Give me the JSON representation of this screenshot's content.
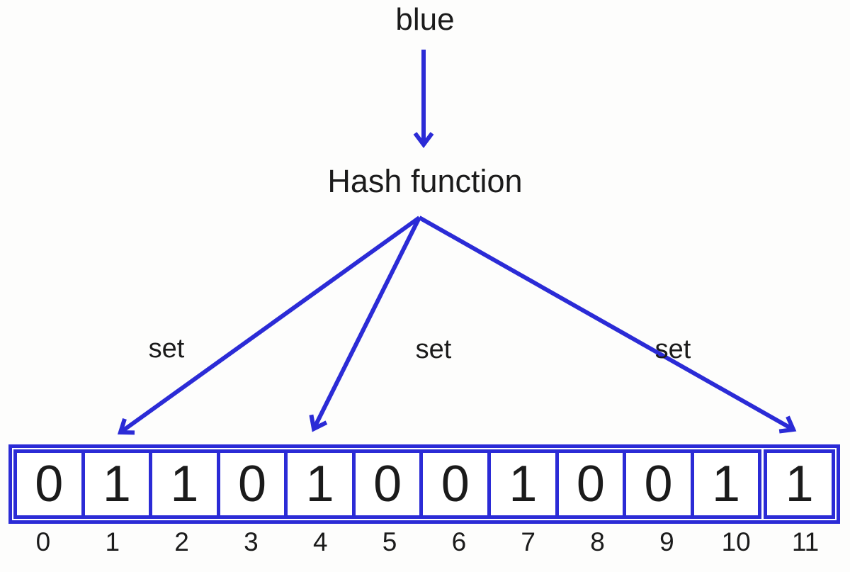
{
  "colors": {
    "accent_blue": "#2b2bd6",
    "text_black": "#1b1b1b",
    "cell_background": "#ffffff",
    "page_background": "#fdfdfc"
  },
  "diagram": {
    "input_label": "blue",
    "hash_label": "Hash function",
    "set_labels": [
      "set",
      "set",
      "set"
    ],
    "arrow_target_indices": [
      1,
      4,
      11
    ],
    "bit_array": {
      "bits": [
        "0",
        "1",
        "1",
        "0",
        "1",
        "0",
        "0",
        "1",
        "0",
        "0",
        "1",
        "1"
      ],
      "indices": [
        "0",
        "1",
        "2",
        "3",
        "4",
        "5",
        "6",
        "7",
        "8",
        "9",
        "10",
        "11"
      ]
    }
  }
}
